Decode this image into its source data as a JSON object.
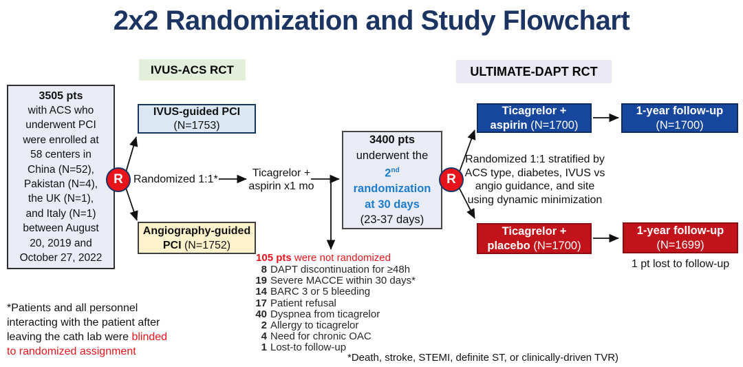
{
  "title": "2x2 Randomization and Study Flowchart",
  "colors": {
    "navy": "#1c3461",
    "blue": "#1e7ccc",
    "bluebox": "#17479d",
    "redbox": "#c11319",
    "red": "#e8141b"
  },
  "labels": {
    "ivus_acs_rct": "IVUS-ACS RCT",
    "ultimate_dapt_rct": "ULTIMATE-DAPT RCT"
  },
  "intro_box": {
    "title": "3505 pts",
    "lines": [
      "with ACS who",
      "underwent PCI",
      "were enrolled at",
      "58 centers in",
      "China (N=52),",
      "Pakistan (N=4),",
      "the UK (N=1),",
      "and Italy (N=1)",
      "between August",
      "20, 2019 and",
      "October 27, 2022"
    ]
  },
  "randomizer1": {
    "symbol": "R",
    "label": "Randomized 1:1*"
  },
  "ivus_box": {
    "title": "IVUS-guided PCI",
    "n": "(N=1753)"
  },
  "angio_box": {
    "title": "Angiography-guided",
    "title2": "PCI",
    "n": " (N=1752)"
  },
  "bridge": {
    "line1": "Ticagrelor +",
    "line2": "aspirin x1 mo"
  },
  "middle_box": {
    "line1": "3400 pts",
    "line2": "underwent the",
    "ordinal": "2",
    "ordinal_sup": "nd",
    "line3": "randomization",
    "line4": "at 30 days",
    "line5": "(23-37 days)"
  },
  "randomizer2": {
    "symbol": "R"
  },
  "strat_note": {
    "lines": [
      "Randomized 1:1 stratified by",
      "ACS type, diabetes, IVUS vs",
      "angio guidance, and site",
      "using dynamic minimization"
    ]
  },
  "ticagrelor_aspirin_box": {
    "line1": "Ticagrelor +",
    "drug": "aspirin",
    "n": " (N=1700)"
  },
  "aspirin_followup_box": {
    "line1": "1-year follow-up",
    "n": "(N=1700)"
  },
  "ticagrelor_placebo_box": {
    "line1": "Ticagrelor +",
    "drug": "placebo",
    "n": " (N=1700)"
  },
  "placebo_followup_box": {
    "line1": "1-year follow-up",
    "n": "(N=1699)"
  },
  "lost_note": "1 pt lost to follow-up",
  "not_randomized": {
    "count": "105 pts",
    "rest": " were not randomized",
    "items": [
      {
        "count": "8",
        "label": "DAPT discontinuation for ≥48h"
      },
      {
        "count": "19",
        "label": "Severe MACCE within 30 days*"
      },
      {
        "count": "14",
        "label": "BARC 3 or 5 bleeding"
      },
      {
        "count": "17",
        "label": "Patient refusal"
      },
      {
        "count": "40",
        "label": "Dyspnea from ticagrelor"
      },
      {
        "count": "2",
        "label": "Allergy to ticagrelor"
      },
      {
        "count": "4",
        "label": "Need for chronic OAC"
      },
      {
        "count": "1",
        "label": "Lost-to follow-up"
      }
    ]
  },
  "blinding_note": {
    "black": "*Patients and all personnel interacting with the patient after leaving the cath lab were ",
    "red": "blinded to randomized assignment"
  },
  "macce_footnote": "*Death, stroke, STEMI, definite ST, or clinically-driven TVR)"
}
